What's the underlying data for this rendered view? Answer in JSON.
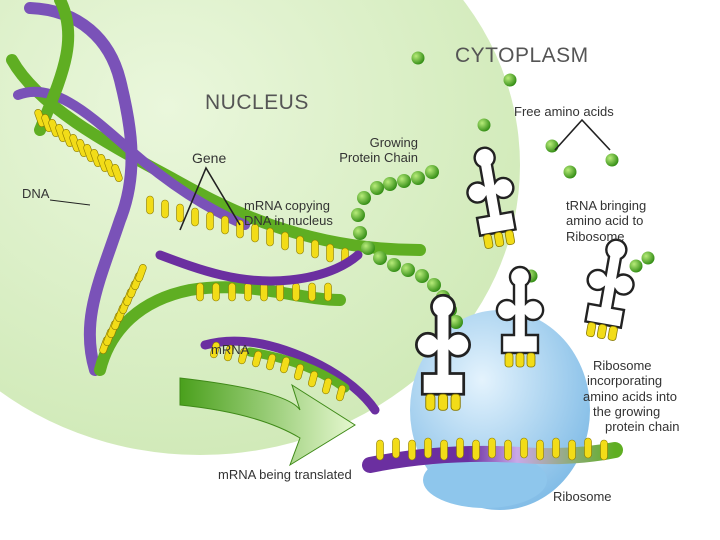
{
  "labels": {
    "nucleus": "NUCLEUS",
    "cytoplasm": "CYTOPLASM",
    "dna": "DNA",
    "gene": "Gene",
    "growing_chain_1": "Growing",
    "growing_chain_2": "Protein Chain",
    "mrna_copying_1": "mRNA copying",
    "mrna_copying_2": "DNA in nucleus",
    "free_amino": "Free amino acids",
    "trna_1": "tRNA bringing",
    "trna_2": "amino acid to",
    "trna_3": "Ribosome",
    "mrna": "mRNA",
    "ribo_inc_1": "Ribosome",
    "ribo_inc_2": "incorporating",
    "ribo_inc_3": "amino acids into",
    "ribo_inc_4": "the growing",
    "ribo_inc_5": "protein chain",
    "mrna_translated": "mRNA being translated",
    "ribosome": "Ribosome"
  },
  "colors": {
    "nucleus_fill": "#d9f0c6",
    "dna_green": "#5fae22",
    "dna_purple": "#7a52b8",
    "base_yellow": "#f2dc18",
    "amino_green": "#3f9e1e",
    "ribosome_blue": "#a9d3f0",
    "arrow_green": "#62b82a",
    "mrna_purple": "#6b2fa0"
  }
}
